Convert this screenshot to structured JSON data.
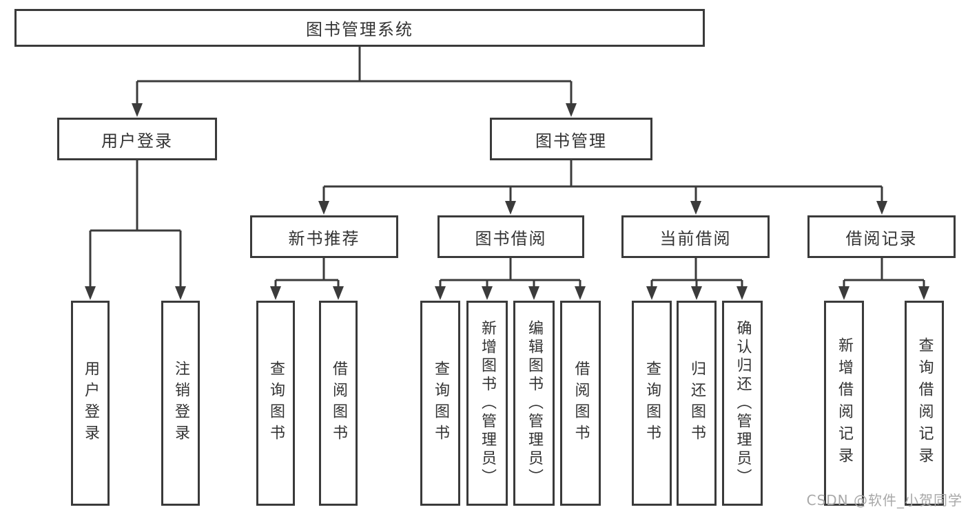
{
  "tree": {
    "root": "图书管理系统",
    "user_login": {
      "label": "用户登录",
      "children": [
        "用户登录",
        "注销登录"
      ]
    },
    "book_mgmt": {
      "label": "图书管理",
      "sections": [
        {
          "label": "新书推荐",
          "children": [
            "查询图书",
            "借阅图书"
          ]
        },
        {
          "label": "图书借阅",
          "children": [
            "查询图书",
            "新增图书（管理员）",
            "编辑图书（管理员）",
            "借阅图书"
          ]
        },
        {
          "label": "当前借阅",
          "children": [
            "查询图书",
            "归还图书",
            "确认归还（管理员）"
          ]
        },
        {
          "label": "借阅记录",
          "children": [
            "新增借阅记录",
            "查询借阅记录"
          ]
        }
      ]
    }
  },
  "colors": {
    "line": "#3b3b3b",
    "border": "#3a3a3a",
    "text": "#333333",
    "watermark": "#a8a8a8"
  },
  "watermark": "CSDN @软件_小贺同学"
}
